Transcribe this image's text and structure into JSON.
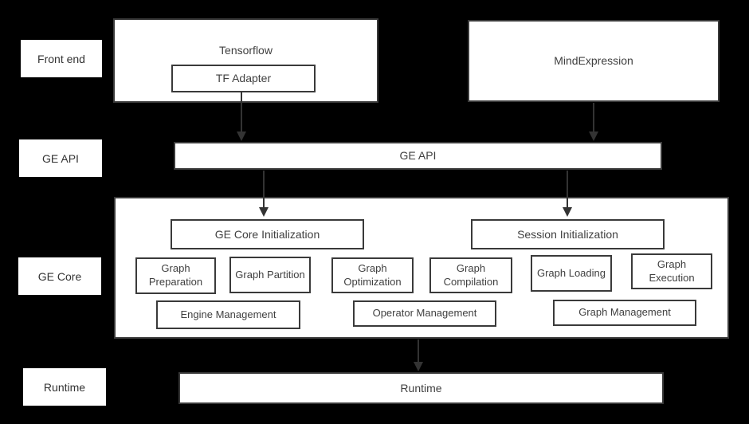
{
  "diagram": {
    "colors": {
      "background": "#000000",
      "box_fill": "#ffffff",
      "border": "#3a3a3a",
      "text": "#404040",
      "label_text": "#333333",
      "arrow": "#333333"
    },
    "row_labels": [
      {
        "label": "Front end"
      },
      {
        "label": "GE API"
      },
      {
        "label": "GE Core"
      },
      {
        "label": "Runtime"
      }
    ],
    "nodes": {
      "tensorflow": "Tensorflow",
      "tf_adapter": "TF Adapter",
      "mind_expression": "MindExpression",
      "ge_api": "GE API",
      "ge_core_init": "GE Core Initialization",
      "session_init": "Session Initialization",
      "graph_preparation": "Graph Preparation",
      "graph_partition": "Graph Partition",
      "graph_optimization": "Graph Optimization",
      "graph_compilation": "Graph Compilation",
      "graph_loading": "Graph Loading",
      "graph_execution": "Graph Execution",
      "engine_management": "Engine Management",
      "operator_management": "Operator Management",
      "graph_management": "Graph Management",
      "runtime": "Runtime"
    }
  }
}
